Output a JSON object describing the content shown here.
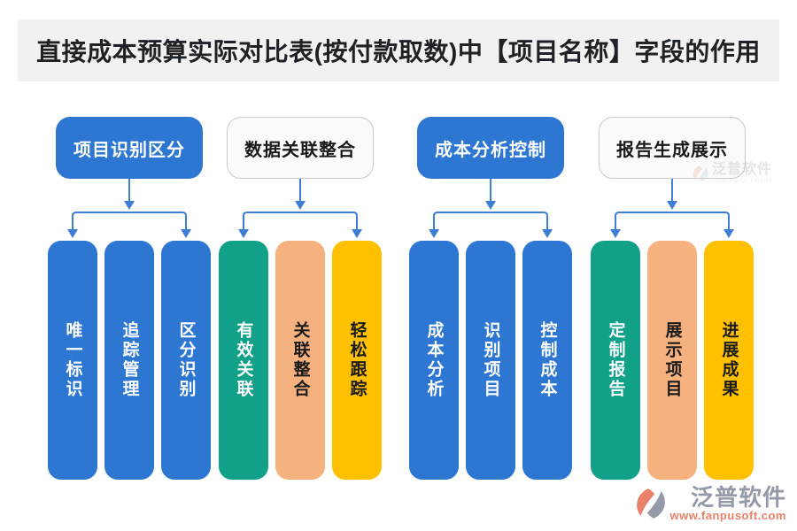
{
  "title": "直接成本预算实际对比表(按付款取数)中【项目名称】字段的作用",
  "groups": [
    {
      "header": "项目识别区分",
      "bars": [
        {
          "label": "唯一标识"
        },
        {
          "label": "追踪管理"
        },
        {
          "label": "区分识别"
        }
      ]
    },
    {
      "header": "数据关联整合",
      "bars": [
        {
          "label": "有效关联"
        },
        {
          "label": "关联整合"
        },
        {
          "label": "轻松跟踪"
        }
      ]
    },
    {
      "header": "成本分析控制",
      "bars": [
        {
          "label": "成本分析"
        },
        {
          "label": "识别项目"
        },
        {
          "label": "控制成本"
        }
      ]
    },
    {
      "header": "报告生成展示",
      "bars": [
        {
          "label": "定制报告"
        },
        {
          "label": "展示项目"
        },
        {
          "label": "进展成果"
        }
      ]
    }
  ],
  "watermark": {
    "brand": "泛普软件",
    "subbrand": "FANPU SOFTWARE"
  },
  "footer": {
    "brand": "泛普软件",
    "website": "www.fanpusoft.com"
  },
  "icons": {
    "connector": "branch-arrows",
    "logo": "fanpu-swirl"
  },
  "colors": {
    "primary_blue": "#2d76d2",
    "teal": "#11a189",
    "peach": "#f5b17e",
    "yellow": "#ffc000",
    "connector_blue": "#3e7ed6",
    "title_bg": "#f1f1f1",
    "header_light_bg": "#fafafa",
    "brand_gray": "#949aa8",
    "brand_orange": "#e8806a"
  }
}
